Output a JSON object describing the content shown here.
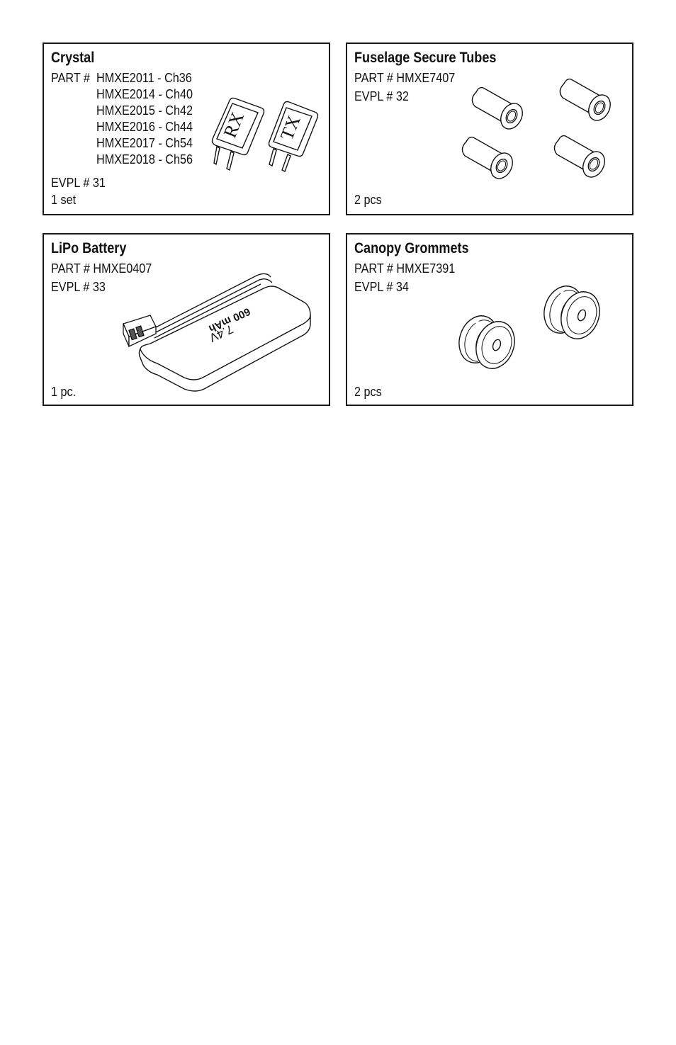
{
  "crystal": {
    "title": "Crystal",
    "part_prefix": "PART #",
    "parts": [
      "HMXE2011 - Ch36",
      "HMXE2014 - Ch40",
      "HMXE2015 - Ch42",
      "HMXE2016 - Ch44",
      "HMXE2017 - Ch54",
      "HMXE2018 - Ch56"
    ],
    "evpl": "EVPL # 31",
    "qty": "1 set",
    "labels": {
      "rx": "RX",
      "tx": "TX"
    }
  },
  "tubes": {
    "title": "Fuselage Secure Tubes",
    "part": "PART # HMXE7407",
    "evpl": "EVPL # 32",
    "qty": "2 pcs"
  },
  "battery": {
    "title": "LiPo Battery",
    "part": "PART # HMXE0407",
    "evpl": "EVPL # 33",
    "qty": "1 pc.",
    "label_line1": "600 mAh",
    "label_line2": "7.4V"
  },
  "grommets": {
    "title": "Canopy Grommets",
    "part": "PART # HMXE7391",
    "evpl": "EVPL # 34",
    "qty": "2 pcs"
  }
}
